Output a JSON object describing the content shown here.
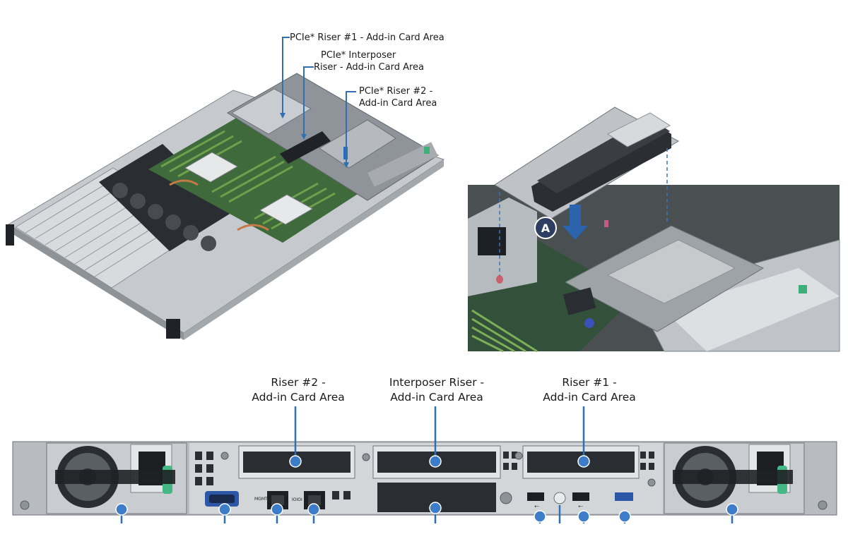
{
  "top_labels": {
    "riser1": "PCIe* Riser #1 - Add-in Card Area",
    "interposer_l1": "PCIe* Interposer",
    "interposer_l2": "Riser - Add-in Card Area",
    "riser2_l1": "PCIe* Riser #2 -",
    "riser2_l2": "Add-in Card Area"
  },
  "callout_badge": "A",
  "rear_labels": {
    "riser2_l1": "Riser #2 -",
    "riser2_l2": "Add-in Card Area",
    "interposer_l1": "Interposer Riser -",
    "interposer_l2": "Add-in Card Area",
    "riser1_l1": "Riser #1 -",
    "riser1_l2": "Add-in Card Area"
  },
  "port_glyphs": {
    "usb_symbol": "⭠",
    "mgmt_text": "MGMT",
    "ioi_text": "IOIOI"
  },
  "colors": {
    "leader": "#2f6fb3",
    "dot": "#3d7cc9",
    "chassis": "#b8bcc1",
    "pcb": "#3e6a3c",
    "badge": "#2d3e63"
  }
}
